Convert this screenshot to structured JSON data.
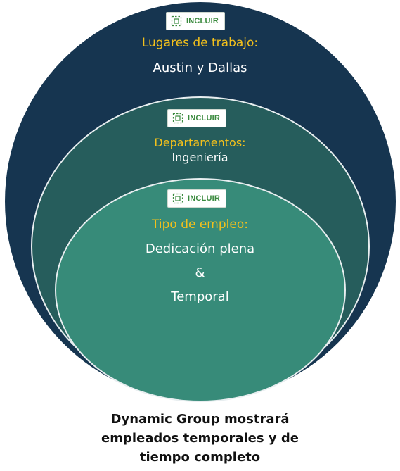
{
  "badge_label": "INCLUIR",
  "badge_icon": "include-icon",
  "colors": {
    "outer_circle": "#163550",
    "middle_circle": "#265d5c",
    "inner_circle": "#378b79",
    "label_yellow": "#f2c01c",
    "badge_green": "#3a8a3e"
  },
  "outer": {
    "label": "Lugares de trabajo:",
    "value": "Austin y Dallas"
  },
  "middle": {
    "label": "Departamentos:",
    "value": "Ingeniería"
  },
  "inner": {
    "label": "Tipo de empleo:",
    "lines": [
      "Dedicación plena",
      "&",
      "Temporal"
    ]
  },
  "caption": {
    "lines": [
      "Dynamic Group mostrará",
      "empleados temporales y de",
      "tiempo completo"
    ]
  }
}
